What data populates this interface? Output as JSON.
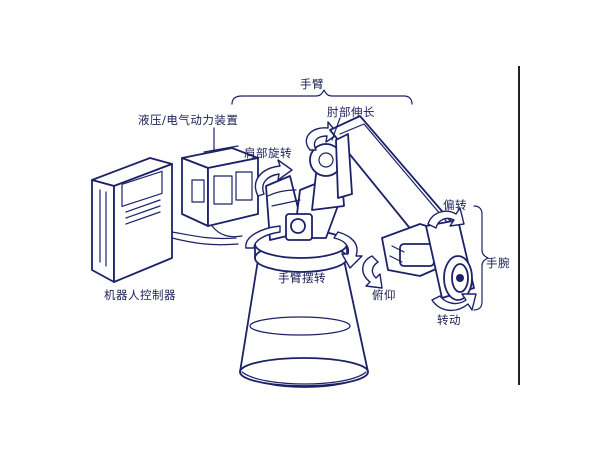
{
  "labels": {
    "arm": "手臂",
    "hydraulic_power": "液压/电气动力装置",
    "elbow_extension": "肘部伸长",
    "shoulder_rotation": "肩部旋转",
    "yaw": "偏转",
    "wrist": "手腕",
    "arm_swing": "手臂摆转",
    "pitch": "俯仰",
    "rotation": "转动",
    "robot_controller": "机器人控制器"
  },
  "colors": {
    "line": "#1d2268",
    "text": "#1b1f55",
    "background": "#ffffff"
  }
}
